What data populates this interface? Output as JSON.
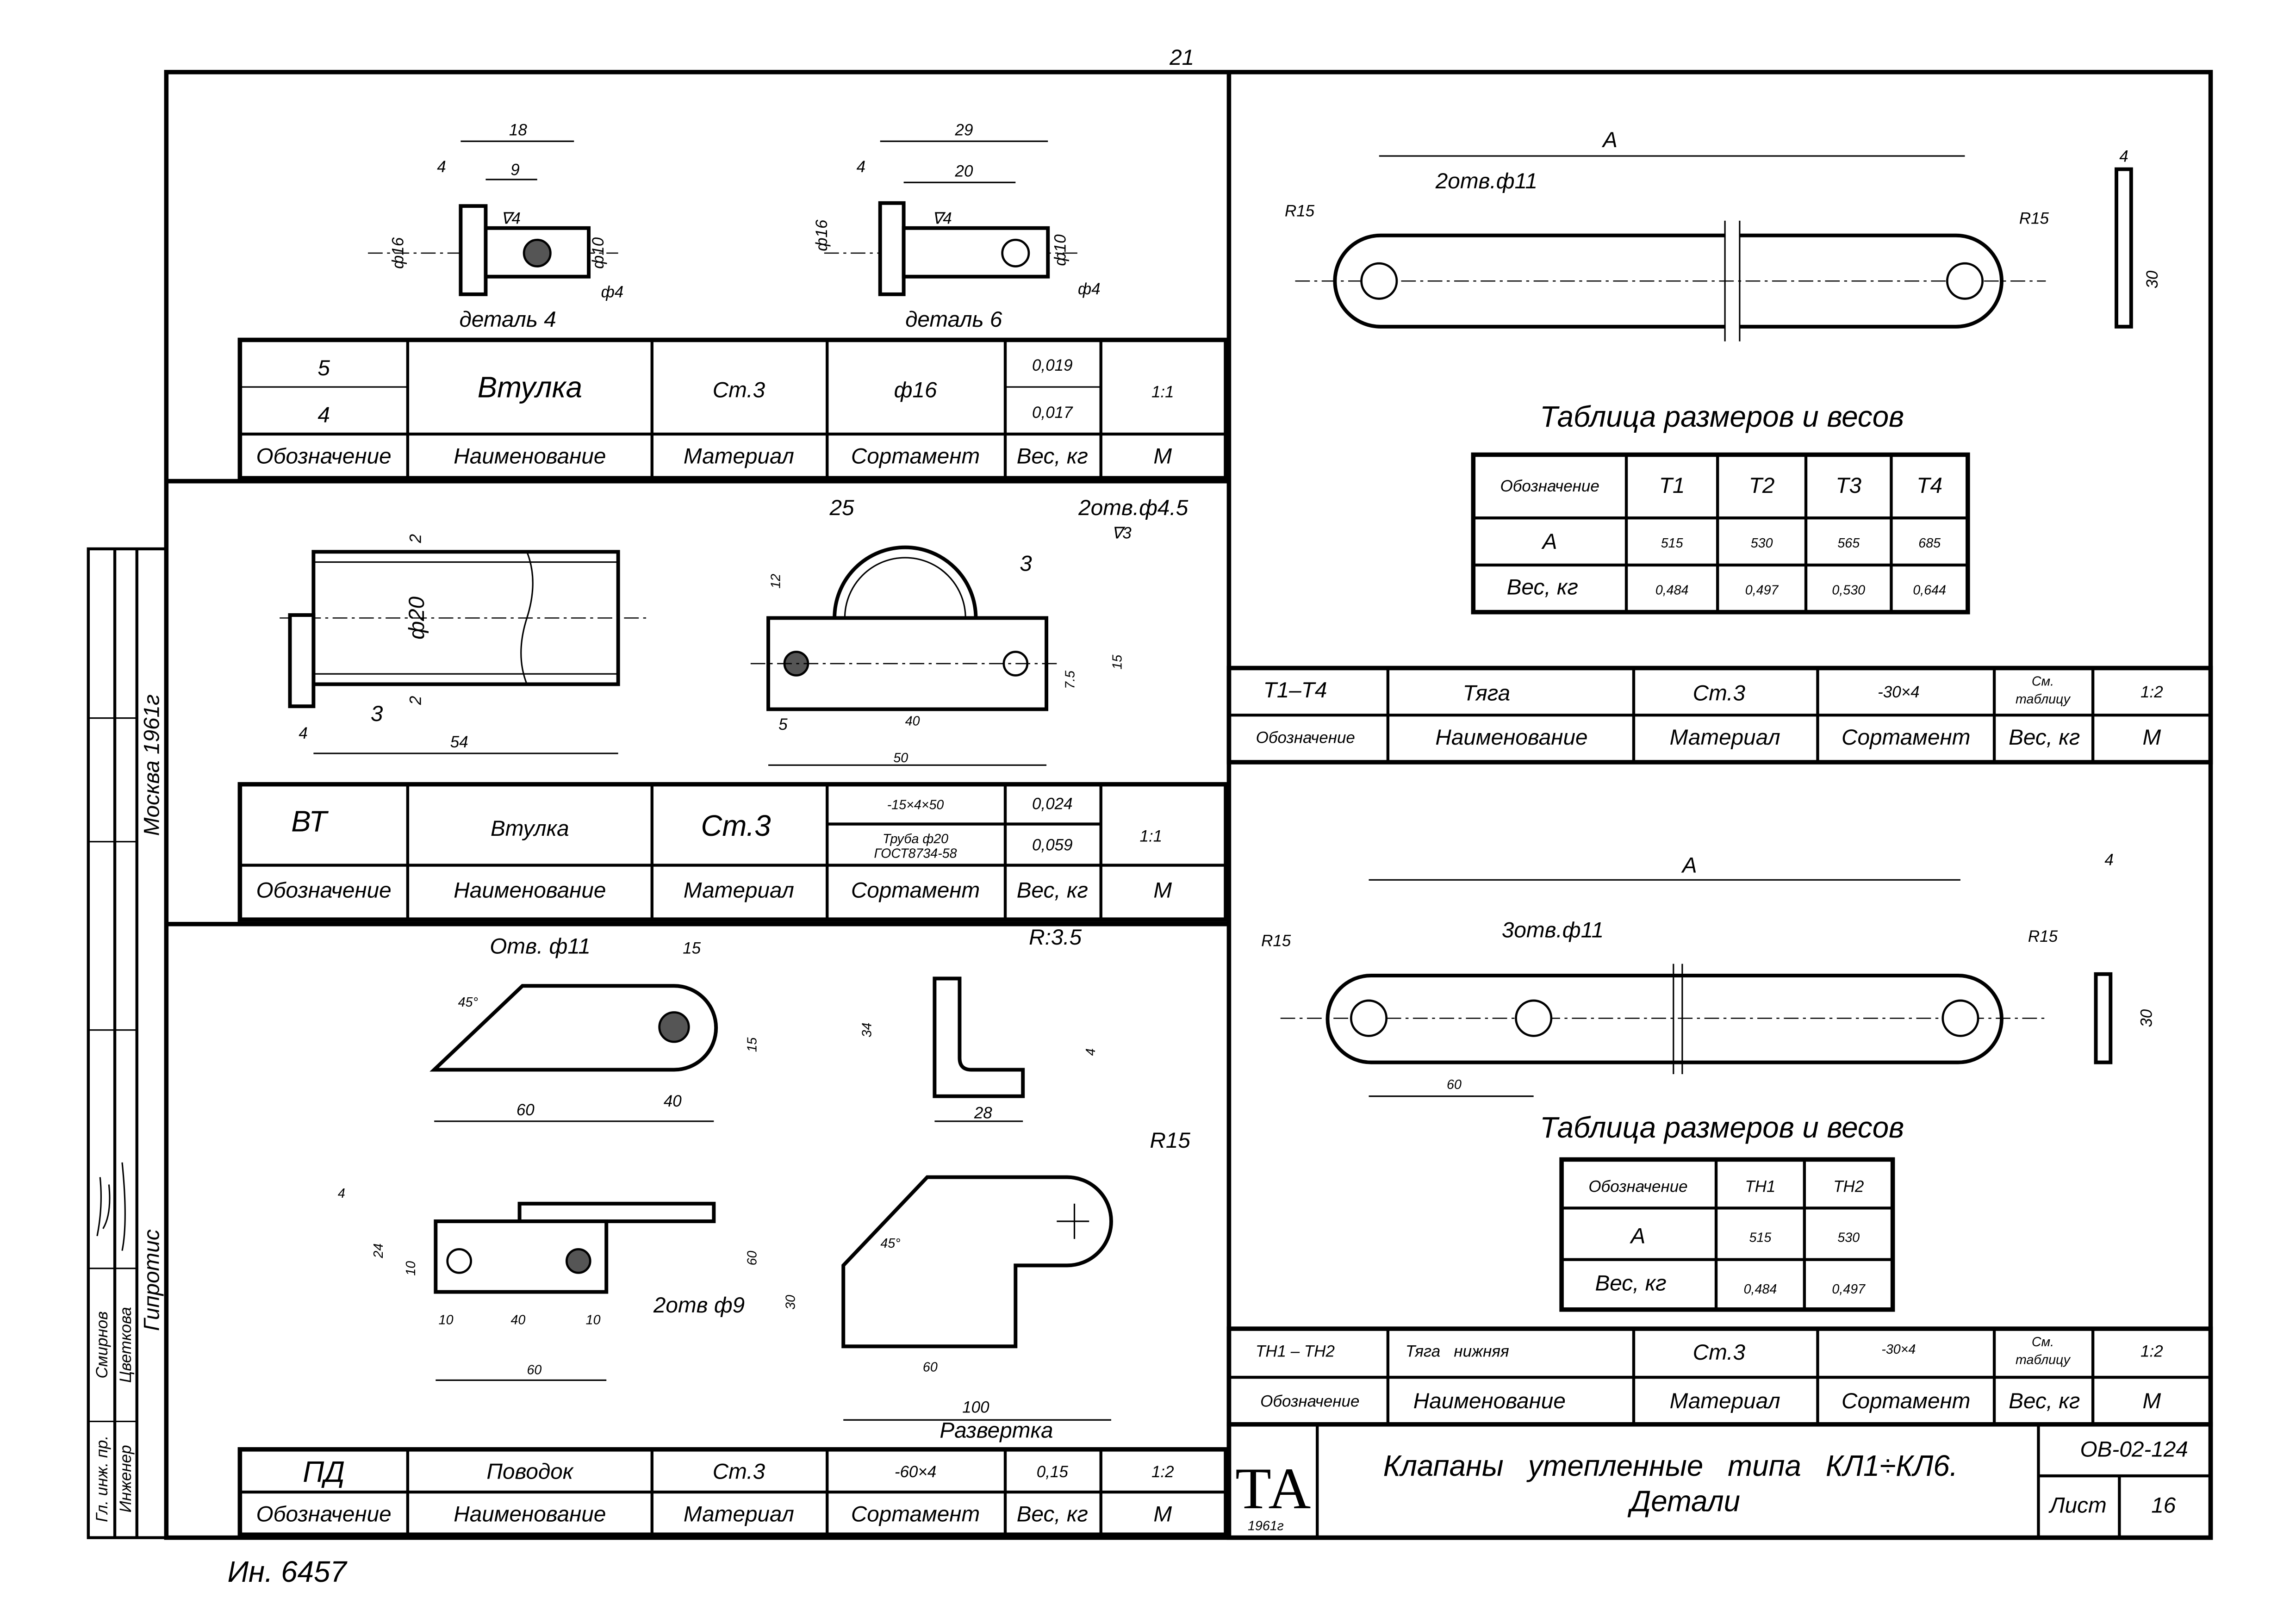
{
  "page_number": "21",
  "headers": {
    "designation": "Обозначение",
    "name": "Наименование",
    "material": "Материал",
    "assortment": "Сортамент",
    "weight": "Вес, кг",
    "scale": "М"
  },
  "table_bushing": {
    "designations": [
      "5",
      "4"
    ],
    "name": "Втулка",
    "material": "Ст.3",
    "assortment": "ф16",
    "weights": [
      "0,019",
      "0,017"
    ],
    "scale": "1:1"
  },
  "table_bt": {
    "designation": "ВТ",
    "name": "Втулка",
    "material": "Ст.3",
    "assortment": [
      "-15×4×50",
      "Труба ф20",
      "ГОСТ8734-58"
    ],
    "weights": [
      "0,024",
      "0,059"
    ],
    "scale": "1:1"
  },
  "table_pd": {
    "designation": "ПД",
    "name": "Поводок",
    "material": "Ст.3",
    "assortment": "-60×4",
    "weight": "0,15",
    "scale": "1:2"
  },
  "table_t": {
    "designation": "Т1–Т4",
    "name": "Тяга",
    "material": "Ст.3",
    "assortment": "-30×4",
    "weight": [
      "См.",
      "таблицу"
    ],
    "scale": "1:2"
  },
  "table_tn": {
    "designation": "ТН1 – ТН2",
    "name": "Тяга   нижняя",
    "material": "Ст.3",
    "assortment": "-30×4",
    "weight": [
      "См.",
      "таблицу"
    ],
    "scale": "1:2"
  },
  "dims_table_t": {
    "title": "Таблица размеров и весов",
    "columns": [
      "Обозначение",
      "Т1",
      "Т2",
      "Т3",
      "Т4"
    ],
    "rows": [
      [
        "А",
        "515",
        "530",
        "565",
        "685"
      ],
      [
        "Вес, кг",
        "0,484",
        "0,497",
        "0,530",
        "0,644"
      ]
    ]
  },
  "dims_table_tn": {
    "title": "Таблица размеров и весов",
    "columns": [
      "Обозначение",
      "ТН1",
      "ТН2"
    ],
    "rows": [
      [
        "А",
        "515",
        "530"
      ],
      [
        "Вес, кг",
        "0,484",
        "0,497"
      ]
    ]
  },
  "title_block": {
    "logo": "ТА",
    "logo_year": "1961г",
    "title_line1": "Клапаны   утепленные   типа   КЛ1÷КЛ6.",
    "title_line2": "Детали",
    "doc_code": "ОВ-02-124",
    "sheet_label": "Лист",
    "sheet_number": "16"
  },
  "side_stamp": {
    "roles": [
      "Гл. инж. пр.",
      "Инженер"
    ],
    "names": [
      "Смирнов",
      "Цветкова"
    ],
    "city_year": "Москва   1961г",
    "organization": "Гипротис"
  },
  "inventory_note": "Ин. 6457",
  "labels": {
    "detail4": "деталь 4",
    "detail6": "деталь 6",
    "unfold": "Развертка",
    "d18": "18",
    "d4": "4",
    "d9": "9",
    "f16": "ф16",
    "f10": "ф10",
    "f4": "ф4",
    "rough4": "∇4",
    "d29": "29",
    "d20": "20",
    "d2": "2",
    "f20": "ф20",
    "d54": "54",
    "d3": "3",
    "d25": "25",
    "d12": "12",
    "holes45": "2отв.ф4.5",
    "rough3": "∇3",
    "d75": "7.5",
    "d15": "15",
    "d5": "5",
    "d40": "40",
    "d50": "50",
    "hole11": "Отв. ф11",
    "deg45": "45°",
    "d60": "60",
    "r35": "R:3.5",
    "d34": "34",
    "d28": "28",
    "d24": "24",
    "d10": "10",
    "holes9": "2отв ф9",
    "r15": "R15",
    "d30": "30",
    "d100": "100",
    "a": "А",
    "holes11_2": "2отв.ф11",
    "holes11_3": "3отв.ф11"
  }
}
